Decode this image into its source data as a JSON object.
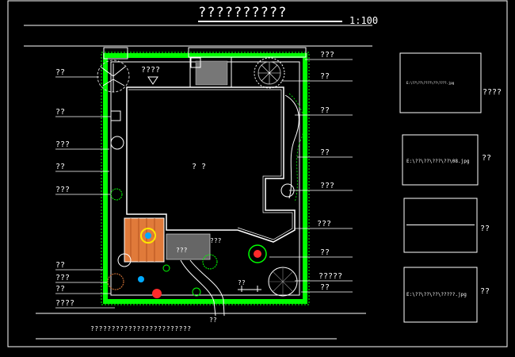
{
  "title": "??????????",
  "scale": "1:100",
  "bottom_note": "????????????????????????",
  "center_label": "?  ?",
  "annotations": {
    "small_top": "????",
    "left": [
      "??",
      "??",
      "???",
      "??",
      "???",
      "??",
      "???",
      "??",
      "????"
    ],
    "right": [
      "???",
      "??",
      "??",
      "??",
      "???",
      "???",
      "??",
      "?????",
      "??"
    ],
    "interior": [
      "???",
      "???",
      "??",
      "??"
    ]
  },
  "legend": [
    {
      "file": "E:\\??\\??\\????\\??\\????.jpg",
      "label": "????"
    },
    {
      "file": "E:\\??\\??\\???\\??\\08.jpg",
      "label": "??"
    },
    {
      "file": "",
      "label": "??"
    },
    {
      "file": "E:\\??\\??\\??\\?????.jpg",
      "label": "??"
    }
  ],
  "colors": {
    "background": "#000000",
    "hedge": "#00ff00",
    "deck": "#e07a3a",
    "lines": "#ffffff",
    "accent_red": "#ff2a2a",
    "accent_yellow": "#ffe600"
  }
}
